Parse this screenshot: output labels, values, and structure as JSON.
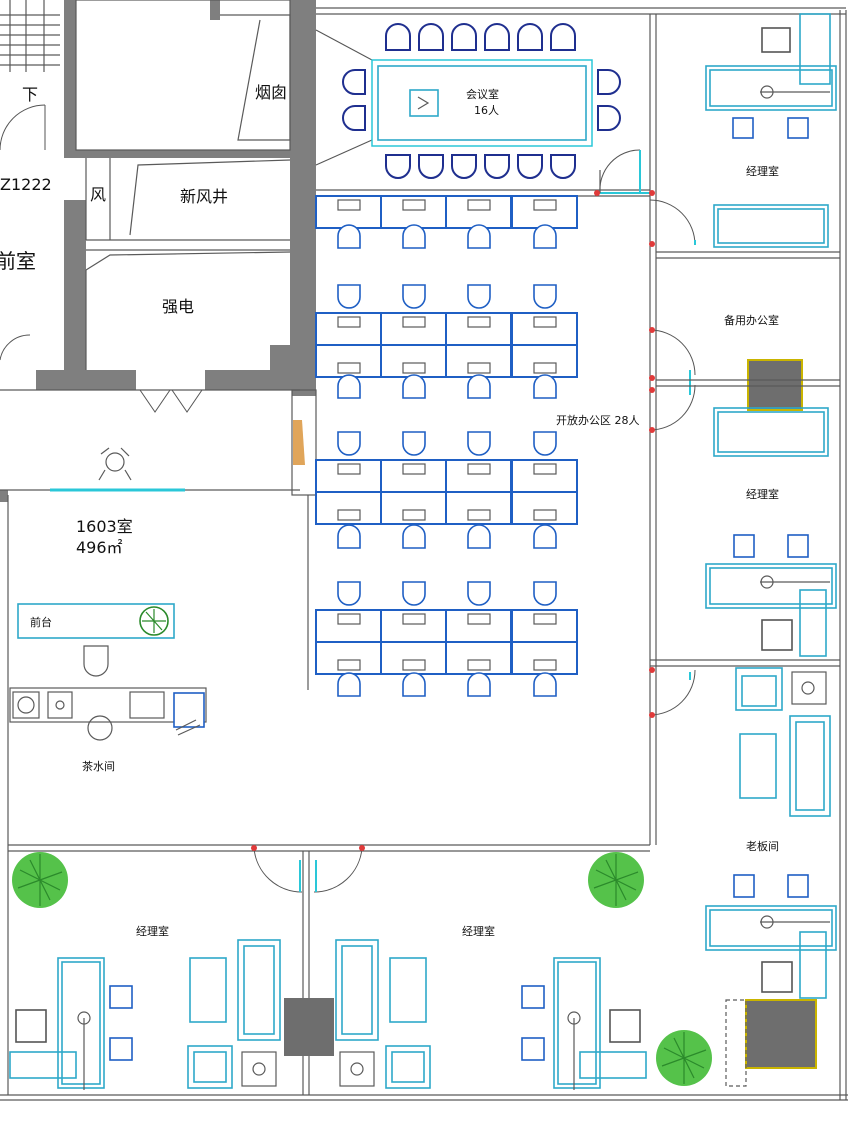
{
  "labels": {
    "stair_down": "下",
    "room_code": "Z1222",
    "lobby_partial": "前室",
    "wind": "风",
    "fresh_air_shaft": "新风井",
    "chimney": "烟囱",
    "electrical": "强电",
    "meeting_room": "会议室",
    "meeting_capacity": "16人",
    "open_office": "开放办公区  28人",
    "unit_number": "1603室",
    "unit_area": "496㎡",
    "reception": "前台",
    "tea_room": "茶水间",
    "manager_room_top": "经理室",
    "spare_office": "备用办公室",
    "manager_room_mid": "经理室",
    "boss_room": "老板间",
    "manager_room_bottom_left": "经理室",
    "manager_room_bottom_right": "经理室"
  },
  "colors": {
    "wall": "#7f7f7f",
    "furniture_blue": "#1f5fc4",
    "glass_cyan": "#2ac7d8",
    "plant_green": "#55c24a",
    "pillar_outline": "#c9b400"
  }
}
